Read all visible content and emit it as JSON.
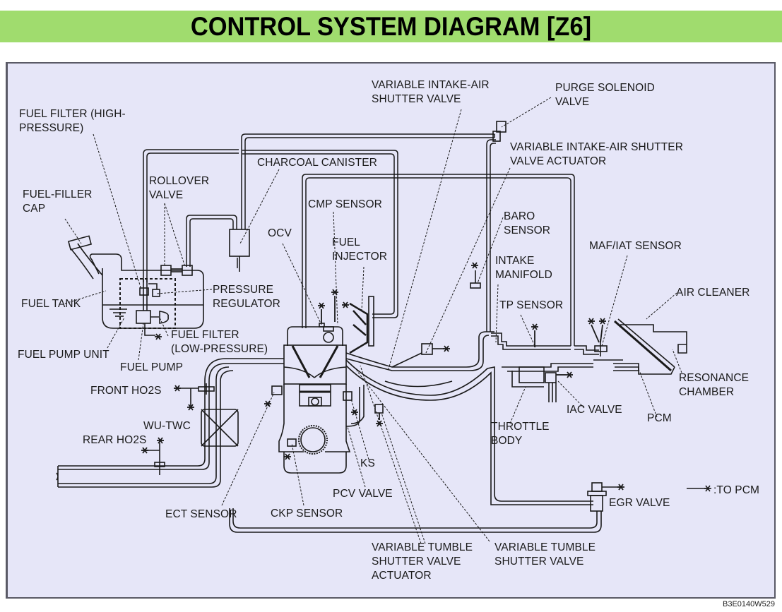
{
  "title": "CONTROL SYSTEM DIAGRAM [Z6]",
  "figure_code": "B3E0140W529",
  "legend": {
    "symbol": "—✱",
    "text": ":TO PCM"
  },
  "colors": {
    "title_bar": "#a0dc6e",
    "panel_bg": "#e6e6f8",
    "line": "#1a1a1a"
  },
  "labels": {
    "fuel_filter_high": "FUEL FILTER (HIGH-\nPRESSURE)",
    "fuel_filler_cap": "FUEL-FILLER\nCAP",
    "rollover_valve": "ROLLOVER\nVALVE",
    "charcoal_canister": "CHARCOAL CANISTER",
    "cmp_sensor": "CMP SENSOR",
    "ocv": "OCV",
    "fuel_injector": "FUEL\nINJECTOR",
    "variable_intake_air_shutter_valve": "VARIABLE INTAKE-AIR\nSHUTTER VALVE",
    "purge_solenoid_valve": "PURGE SOLENOID\nVALVE",
    "variable_intake_air_shutter_valve_actuator": "VARIABLE INTAKE-AIR SHUTTER\nVALVE ACTUATOR",
    "baro_sensor": "BARO\nSENSOR",
    "intake_manifold": "INTAKE\nMANIFOLD",
    "maf_iat_sensor": "MAF/IAT SENSOR",
    "air_cleaner": "AIR CLEANER",
    "tp_sensor": "TP SENSOR",
    "fuel_tank": "FUEL TANK",
    "pressure_regulator": "PRESSURE\nREGULATOR",
    "fuel_filter_low": "FUEL FILTER\n(LOW-PRESSURE)",
    "fuel_pump_unit": "FUEL PUMP UNIT",
    "fuel_pump": "FUEL PUMP",
    "front_ho2s": "FRONT HO2S",
    "wu_twc": "WU-TWC",
    "rear_ho2s": "REAR HO2S",
    "resonance_chamber": "RESONANCE\nCHAMBER",
    "iac_valve": "IAC VALVE",
    "pcm": "PCM",
    "throttle_body": "THROTTLE\nBODY",
    "ks": "KS",
    "pcv_valve": "PCV VALVE",
    "ect_sensor": "ECT SENSOR",
    "ckp_sensor": "CKP SENSOR",
    "egr_valve": "EGR VALVE",
    "vts_valve_actuator": "VARIABLE TUMBLE\nSHUTTER VALVE\nACTUATOR",
    "vts_valve": "VARIABLE TUMBLE\nSHUTTER VALVE"
  }
}
